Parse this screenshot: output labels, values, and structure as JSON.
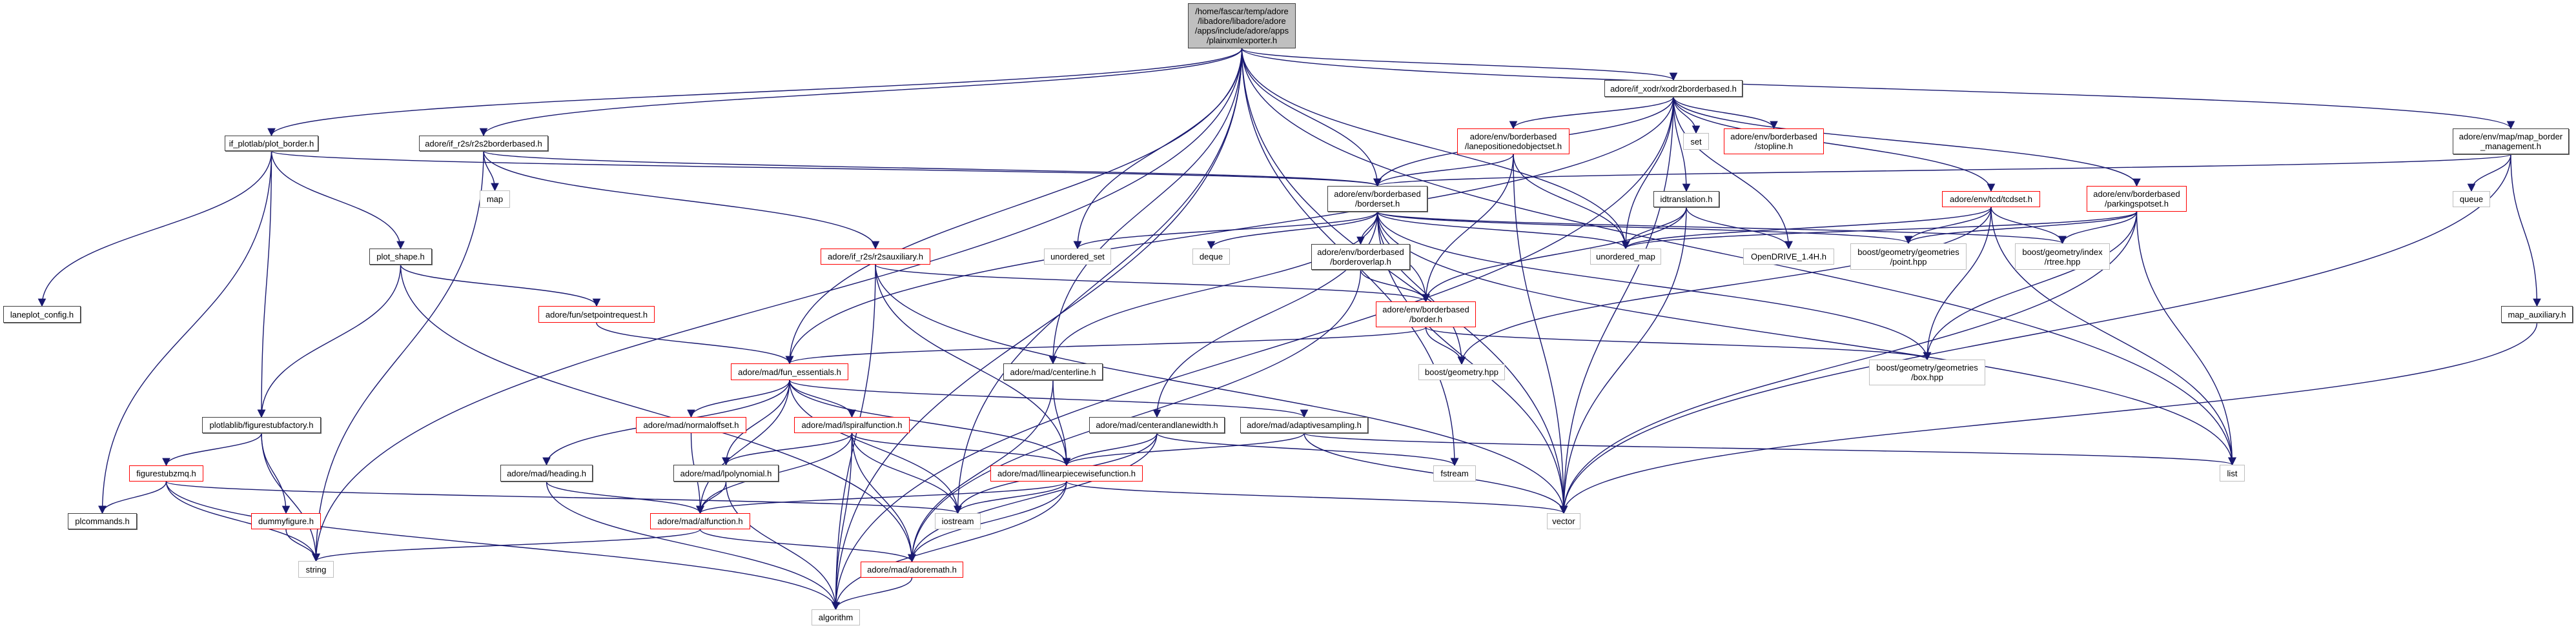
{
  "title": "Include dependency graph for plainxmlexporter.h",
  "colors": {
    "edge": "#191970",
    "root_fill": "#bfbfbf",
    "truncated_border": "#ff0000",
    "system_border": "#bfbfbf",
    "doc_border": "#404040"
  },
  "nodes": [
    {
      "id": "root",
      "label": "/home/fascar/temp/adore\n/libadore/libadore/adore\n/apps/include/adore/apps\n/plainxmlexporter.h",
      "kind": "root"
    },
    {
      "id": "plot_border",
      "label": "if_plotlab/plot_border.h",
      "kind": "doc"
    },
    {
      "id": "r2s2bb",
      "label": "adore/if_r2s/r2s2borderbased.h",
      "kind": "doc"
    },
    {
      "id": "xodr2bb",
      "label": "adore/if_xodr/xodr2borderbased.h",
      "kind": "doc"
    },
    {
      "id": "map_border_mgmt",
      "label": "adore/env/map/map_border\n_management.h",
      "kind": "doc"
    },
    {
      "id": "map",
      "label": "map",
      "kind": "sys"
    },
    {
      "id": "lanepos",
      "label": "adore/env/borderbased\n/lanepositionedobjectset.h",
      "kind": "trunc"
    },
    {
      "id": "set",
      "label": "set",
      "kind": "sys"
    },
    {
      "id": "stopline",
      "label": "adore/env/borderbased\n/stopline.h",
      "kind": "trunc"
    },
    {
      "id": "borderset",
      "label": "adore/env/borderbased\n/borderset.h",
      "kind": "doc"
    },
    {
      "id": "idtranslation",
      "label": "idtranslation.h",
      "kind": "doc"
    },
    {
      "id": "tcdset",
      "label": "adore/env/tcd/tcdset.h",
      "kind": "trunc"
    },
    {
      "id": "parkingspotset",
      "label": "adore/env/borderbased\n/parkingspotset.h",
      "kind": "trunc"
    },
    {
      "id": "queue",
      "label": "queue",
      "kind": "sys"
    },
    {
      "id": "plot_shape",
      "label": "plot_shape.h",
      "kind": "doc"
    },
    {
      "id": "r2saux",
      "label": "adore/if_r2s/r2sauxiliary.h",
      "kind": "trunc"
    },
    {
      "id": "unordered_set",
      "label": "unordered_set",
      "kind": "sys"
    },
    {
      "id": "deque",
      "label": "deque",
      "kind": "sys"
    },
    {
      "id": "borderoverlap",
      "label": "adore/env/borderbased\n/borderoverlap.h",
      "kind": "doc"
    },
    {
      "id": "unordered_map",
      "label": "unordered_map",
      "kind": "sys"
    },
    {
      "id": "opendrive",
      "label": "OpenDRIVE_1.4H.h",
      "kind": "sys"
    },
    {
      "id": "point_hpp",
      "label": "boost/geometry/geometries\n/point.hpp",
      "kind": "sys"
    },
    {
      "id": "rtree_hpp",
      "label": "boost/geometry/index\n/rtree.hpp",
      "kind": "sys"
    },
    {
      "id": "laneplot_config",
      "label": "laneplot_config.h",
      "kind": "doc"
    },
    {
      "id": "setpointrequest",
      "label": "adore/fun/setpointrequest.h",
      "kind": "trunc"
    },
    {
      "id": "border",
      "label": "adore/env/borderbased\n/border.h",
      "kind": "trunc"
    },
    {
      "id": "map_auxiliary",
      "label": "map_auxiliary.h",
      "kind": "doc"
    },
    {
      "id": "fun_essentials",
      "label": "adore/mad/fun_essentials.h",
      "kind": "trunc"
    },
    {
      "id": "centerline",
      "label": "adore/mad/centerline.h",
      "kind": "doc"
    },
    {
      "id": "boost_geometry",
      "label": "boost/geometry.hpp",
      "kind": "sys"
    },
    {
      "id": "box_hpp",
      "label": "boost/geometry/geometries\n/box.hpp",
      "kind": "sys"
    },
    {
      "id": "figurestubfactory",
      "label": "plotlablib/figurestubfactory.h",
      "kind": "doc"
    },
    {
      "id": "normaloffset",
      "label": "adore/mad/normaloffset.h",
      "kind": "trunc"
    },
    {
      "id": "lspiralfunction",
      "label": "adore/mad/lspiralfunction.h",
      "kind": "trunc"
    },
    {
      "id": "centerandlanewidth",
      "label": "adore/mad/centerandlanewidth.h",
      "kind": "doc"
    },
    {
      "id": "adaptivesampling",
      "label": "adore/mad/adaptivesampling.h",
      "kind": "doc"
    },
    {
      "id": "figurestubzmq",
      "label": "figurestubzmq.h",
      "kind": "trunc"
    },
    {
      "id": "heading",
      "label": "adore/mad/heading.h",
      "kind": "doc"
    },
    {
      "id": "lpolynomial",
      "label": "adore/mad/lpolynomial.h",
      "kind": "doc"
    },
    {
      "id": "llinearpiecewise",
      "label": "adore/mad/llinearpiecewisefunction.h",
      "kind": "trunc"
    },
    {
      "id": "fstream",
      "label": "fstream",
      "kind": "sys"
    },
    {
      "id": "list",
      "label": "list",
      "kind": "sys"
    },
    {
      "id": "plcommands",
      "label": "plcommands.h",
      "kind": "doc"
    },
    {
      "id": "dummyfigure",
      "label": "dummyfigure.h",
      "kind": "trunc"
    },
    {
      "id": "alfunction",
      "label": "adore/mad/alfunction.h",
      "kind": "trunc"
    },
    {
      "id": "iostream",
      "label": "iostream",
      "kind": "sys"
    },
    {
      "id": "vector",
      "label": "vector",
      "kind": "sys"
    },
    {
      "id": "string",
      "label": "string",
      "kind": "sys"
    },
    {
      "id": "adoremath",
      "label": "adore/mad/adoremath.h",
      "kind": "trunc"
    },
    {
      "id": "algorithm",
      "label": "algorithm",
      "kind": "sys"
    }
  ],
  "edges": [
    [
      "root",
      "plot_border"
    ],
    [
      "root",
      "r2s2bb"
    ],
    [
      "root",
      "xodr2bb"
    ],
    [
      "root",
      "map_border_mgmt"
    ],
    [
      "root",
      "borderset"
    ],
    [
      "root",
      "unordered_map"
    ],
    [
      "root",
      "unordered_set"
    ],
    [
      "root",
      "centerline"
    ],
    [
      "root",
      "string"
    ],
    [
      "root",
      "vector"
    ],
    [
      "root",
      "list"
    ],
    [
      "root",
      "fstream"
    ],
    [
      "root",
      "iostream"
    ],
    [
      "root",
      "algorithm"
    ],
    [
      "root",
      "fun_essentials"
    ],
    [
      "plot_border",
      "laneplot_config"
    ],
    [
      "plot_border",
      "plot_shape"
    ],
    [
      "plot_border",
      "figurestubfactory"
    ],
    [
      "plot_border",
      "borderset"
    ],
    [
      "plot_border",
      "plcommands"
    ],
    [
      "r2s2bb",
      "map"
    ],
    [
      "r2s2bb",
      "r2saux"
    ],
    [
      "r2s2bb",
      "borderset"
    ],
    [
      "r2s2bb",
      "string"
    ],
    [
      "xodr2bb",
      "lanepos"
    ],
    [
      "xodr2bb",
      "set"
    ],
    [
      "xodr2bb",
      "stopline"
    ],
    [
      "xodr2bb",
      "borderset"
    ],
    [
      "xodr2bb",
      "idtranslation"
    ],
    [
      "xodr2bb",
      "tcdset"
    ],
    [
      "xodr2bb",
      "parkingspotset"
    ],
    [
      "xodr2bb",
      "unordered_map"
    ],
    [
      "xodr2bb",
      "opendrive"
    ],
    [
      "xodr2bb",
      "vector"
    ],
    [
      "xodr2bb",
      "fun_essentials"
    ],
    [
      "xodr2bb",
      "algorithm"
    ],
    [
      "map_border_mgmt",
      "borderset"
    ],
    [
      "map_border_mgmt",
      "queue"
    ],
    [
      "map_border_mgmt",
      "map_auxiliary"
    ],
    [
      "map_border_mgmt",
      "vector"
    ],
    [
      "lanepos",
      "borderset"
    ],
    [
      "lanepos",
      "unordered_map"
    ],
    [
      "lanepos",
      "vector"
    ],
    [
      "lanepos",
      "border"
    ],
    [
      "borderset",
      "unordered_set"
    ],
    [
      "borderset",
      "deque"
    ],
    [
      "borderset",
      "borderoverlap"
    ],
    [
      "borderset",
      "unordered_map"
    ],
    [
      "borderset",
      "border"
    ],
    [
      "borderset",
      "point_hpp"
    ],
    [
      "borderset",
      "rtree_hpp"
    ],
    [
      "borderset",
      "boost_geometry"
    ],
    [
      "borderset",
      "box_hpp"
    ],
    [
      "borderset",
      "centerline"
    ],
    [
      "borderset",
      "centerandlanewidth"
    ],
    [
      "borderset",
      "list"
    ],
    [
      "borderset",
      "vector"
    ],
    [
      "idtranslation",
      "unordered_map"
    ],
    [
      "idtranslation",
      "opendrive"
    ],
    [
      "idtranslation",
      "border"
    ],
    [
      "idtranslation",
      "vector"
    ],
    [
      "tcdset",
      "point_hpp"
    ],
    [
      "tcdset",
      "rtree_hpp"
    ],
    [
      "tcdset",
      "unordered_map"
    ],
    [
      "tcdset",
      "boost_geometry"
    ],
    [
      "tcdset",
      "box_hpp"
    ],
    [
      "tcdset",
      "list"
    ],
    [
      "parkingspotset",
      "point_hpp"
    ],
    [
      "parkingspotset",
      "rtree_hpp"
    ],
    [
      "parkingspotset",
      "box_hpp"
    ],
    [
      "parkingspotset",
      "list"
    ],
    [
      "parkingspotset",
      "vector"
    ],
    [
      "parkingspotset",
      "unordered_map"
    ],
    [
      "plot_shape",
      "setpointrequest"
    ],
    [
      "plot_shape",
      "figurestubfactory"
    ],
    [
      "plot_shape",
      "adoremath"
    ],
    [
      "r2saux",
      "border"
    ],
    [
      "r2saux",
      "llinearpiecewise"
    ],
    [
      "r2saux",
      "vector"
    ],
    [
      "r2saux",
      "algorithm"
    ],
    [
      "borderoverlap",
      "border"
    ],
    [
      "borderoverlap",
      "adoremath"
    ],
    [
      "setpointrequest",
      "fun_essentials"
    ],
    [
      "border",
      "fun_essentials"
    ],
    [
      "border",
      "boost_geometry"
    ],
    [
      "border",
      "box_hpp"
    ],
    [
      "map_auxiliary",
      "vector"
    ],
    [
      "fun_essentials",
      "heading"
    ],
    [
      "fun_essentials",
      "normaloffset"
    ],
    [
      "fun_essentials",
      "lspiralfunction"
    ],
    [
      "fun_essentials",
      "lpolynomial"
    ],
    [
      "fun_essentials",
      "alfunction"
    ],
    [
      "fun_essentials",
      "llinearpiecewise"
    ],
    [
      "fun_essentials",
      "adaptivesampling"
    ],
    [
      "fun_essentials",
      "iostream"
    ],
    [
      "centerline",
      "llinearpiecewise"
    ],
    [
      "centerline",
      "adoremath"
    ],
    [
      "figurestubfactory",
      "figurestubzmq"
    ],
    [
      "figurestubfactory",
      "dummyfigure"
    ],
    [
      "figurestubfactory",
      "string"
    ],
    [
      "normaloffset",
      "alfunction"
    ],
    [
      "lspiralfunction",
      "lpolynomial"
    ],
    [
      "lspiralfunction",
      "alfunction"
    ],
    [
      "lspiralfunction",
      "llinearpiecewise"
    ],
    [
      "lspiralfunction",
      "iostream"
    ],
    [
      "lspiralfunction",
      "adoremath"
    ],
    [
      "lspiralfunction",
      "algorithm"
    ],
    [
      "centerandlanewidth",
      "llinearpiecewise"
    ],
    [
      "centerandlanewidth",
      "fstream"
    ],
    [
      "centerandlanewidth",
      "iostream"
    ],
    [
      "centerandlanewidth",
      "adoremath"
    ],
    [
      "adaptivesampling",
      "llinearpiecewise"
    ],
    [
      "adaptivesampling",
      "list"
    ],
    [
      "adaptivesampling",
      "vector"
    ],
    [
      "figurestubzmq",
      "plcommands"
    ],
    [
      "figurestubzmq",
      "string"
    ],
    [
      "figurestubzmq",
      "iostream"
    ],
    [
      "figurestubzmq",
      "algorithm"
    ],
    [
      "heading",
      "alfunction"
    ],
    [
      "heading",
      "algorithm"
    ],
    [
      "lpolynomial",
      "alfunction"
    ],
    [
      "lpolynomial",
      "algorithm"
    ],
    [
      "llinearpiecewise",
      "alfunction"
    ],
    [
      "llinearpiecewise",
      "iostream"
    ],
    [
      "llinearpiecewise",
      "adoremath"
    ],
    [
      "llinearpiecewise",
      "algorithm"
    ],
    [
      "llinearpiecewise",
      "vector"
    ],
    [
      "dummyfigure",
      "string"
    ],
    [
      "alfunction",
      "string"
    ],
    [
      "alfunction",
      "adoremath"
    ],
    [
      "adoremath",
      "algorithm"
    ]
  ]
}
